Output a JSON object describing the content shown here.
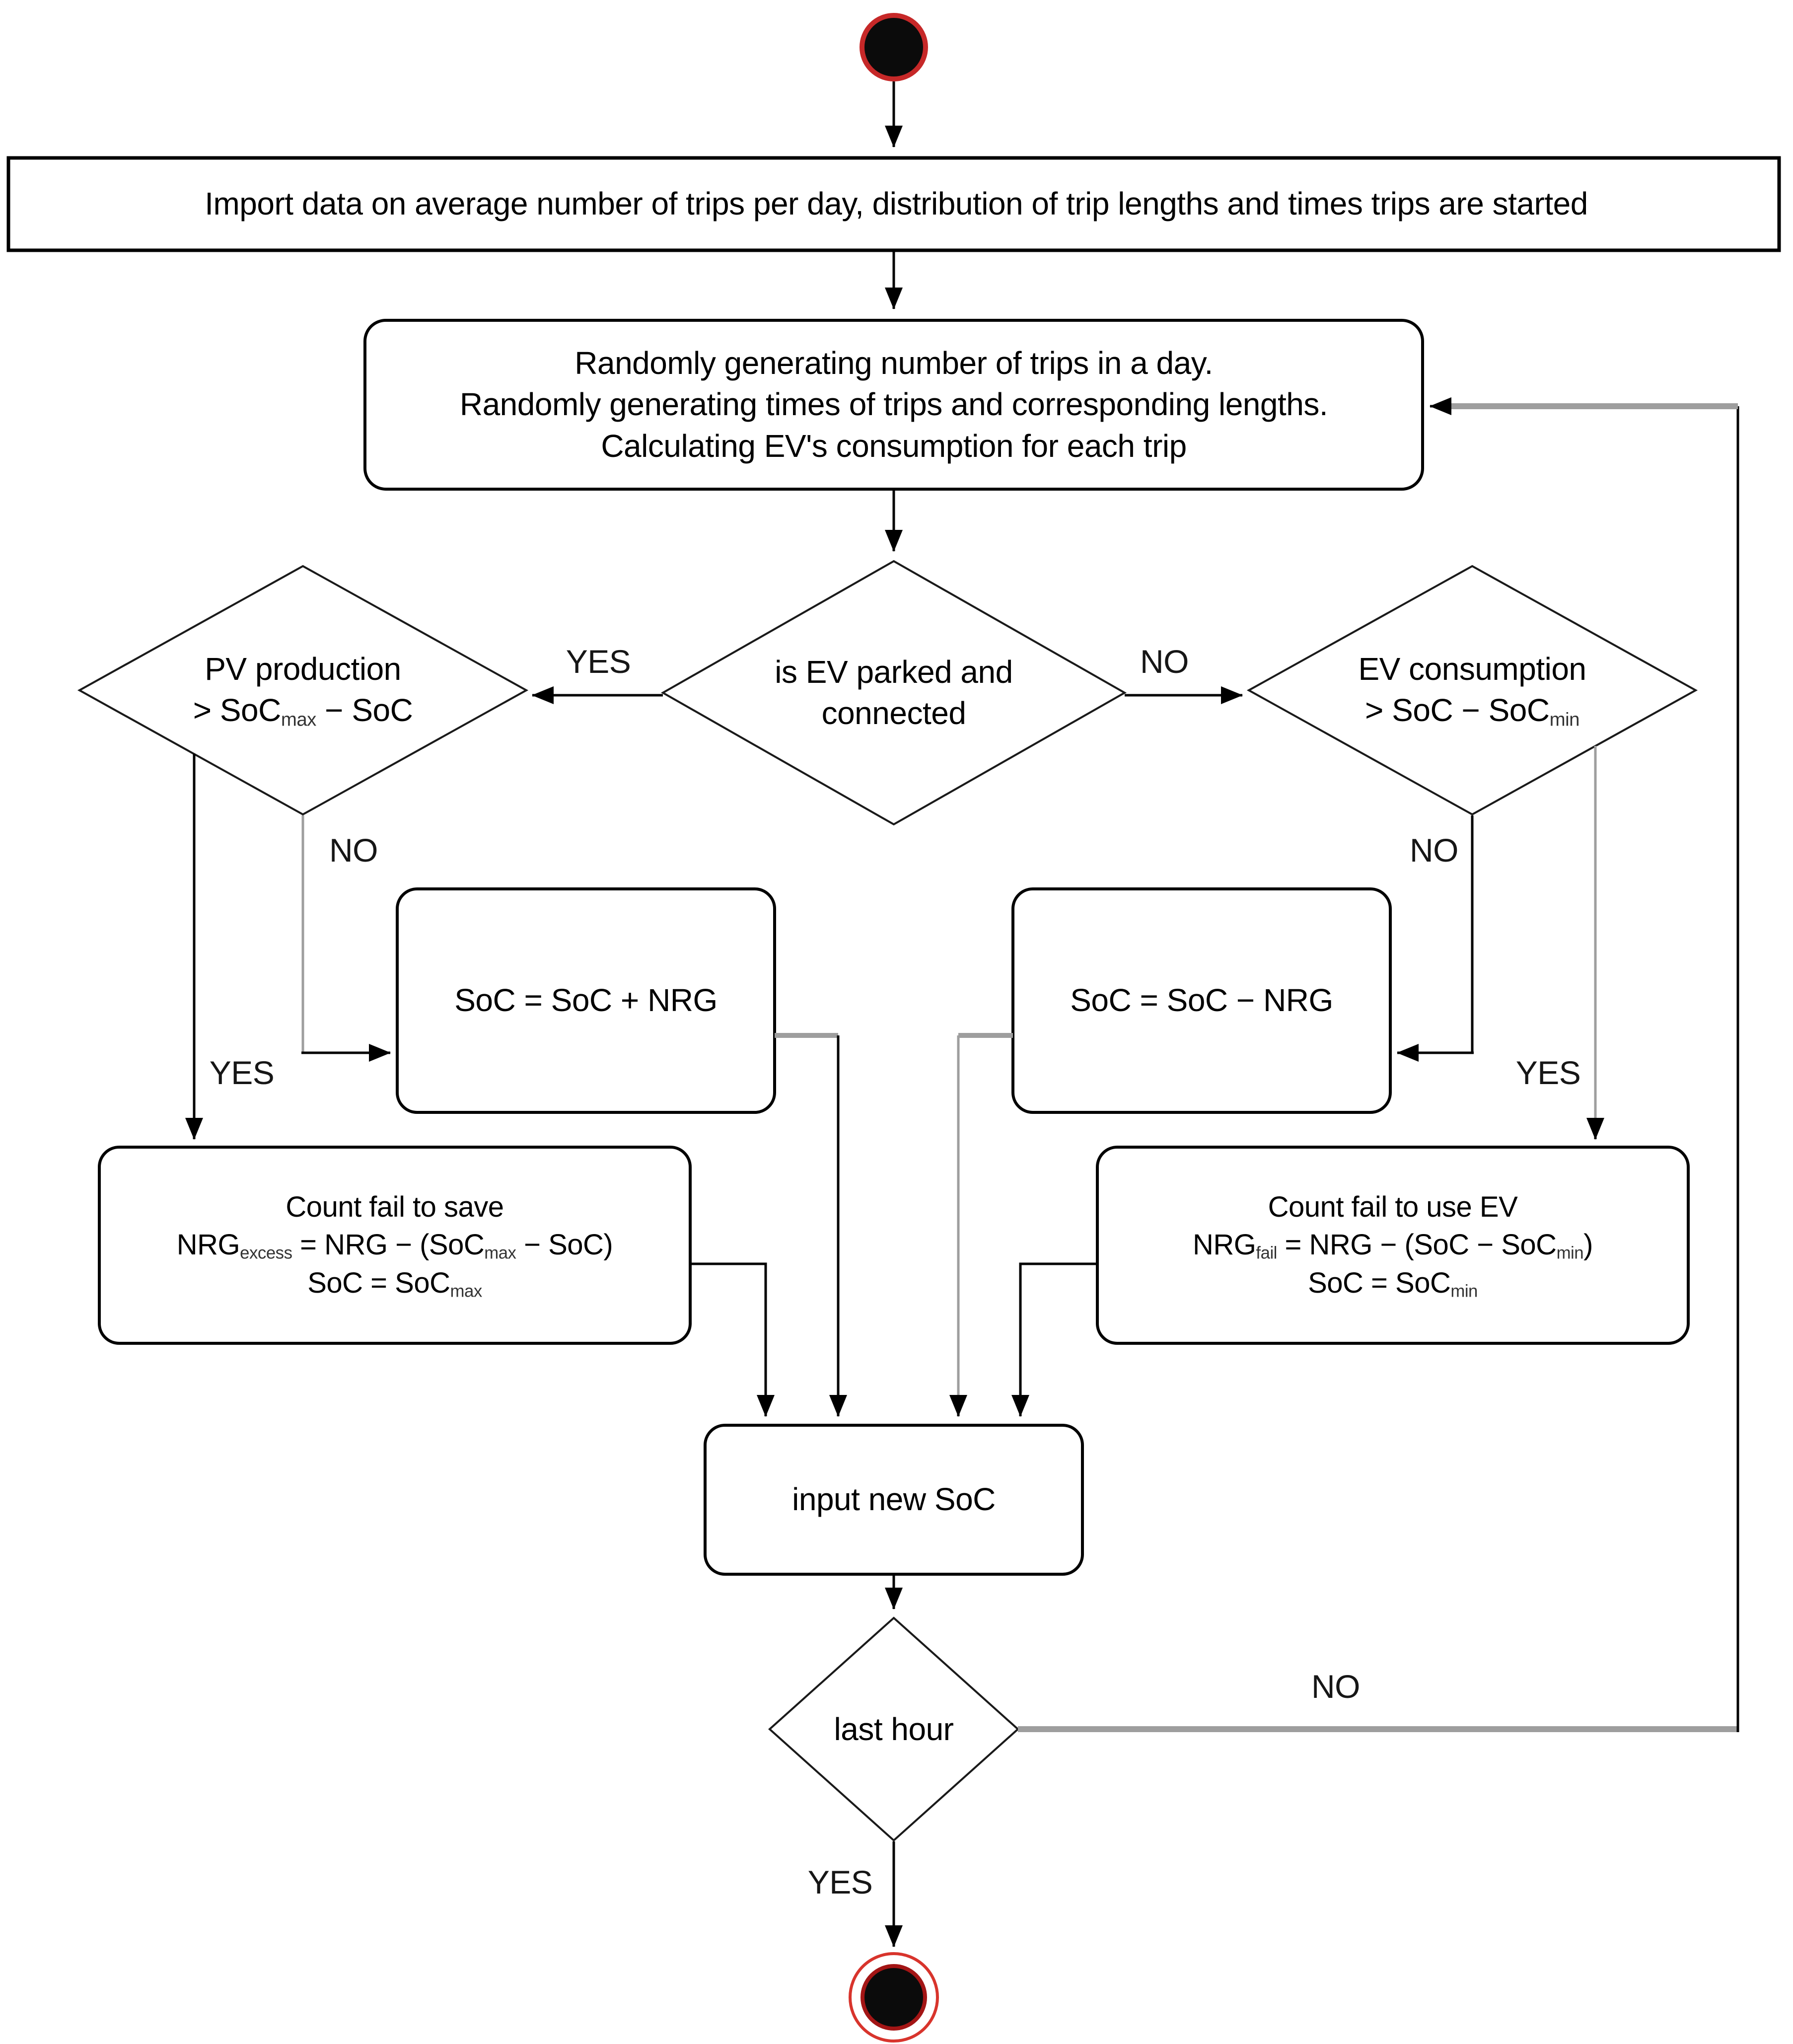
{
  "colors": {
    "line_black": "#000000",
    "line_gray": "#9e9e9e",
    "node_fill": "#ffffff",
    "start_ring_red": "#c62828",
    "end_ring_red": "#d8342c"
  },
  "nodes": {
    "import": {
      "lines": [
        [
          {
            "t": "Import data on average number of trips per day, distribution of trip lengths and times trips are started"
          }
        ]
      ]
    },
    "generate": {
      "lines": [
        [
          {
            "t": "Randomly generating number of trips in a day."
          }
        ],
        [
          {
            "t": "Randomly generating times of trips and corresponding lengths."
          }
        ],
        [
          {
            "t": "Calculating EV's consumption for each trip"
          }
        ]
      ]
    },
    "ev_parked": {
      "lines": [
        [
          {
            "t": "is EV parked and"
          }
        ],
        [
          {
            "t": "connected"
          }
        ]
      ]
    },
    "pv_production": {
      "lines": [
        [
          {
            "t": "PV production"
          }
        ],
        [
          {
            "t": "> SoC"
          },
          {
            "t": "max",
            "sub": true
          },
          {
            "t": " − SoC"
          }
        ]
      ]
    },
    "ev_consumption": {
      "lines": [
        [
          {
            "t": "EV consumption"
          }
        ],
        [
          {
            "t": "> SoC − SoC"
          },
          {
            "t": "min",
            "sub": true
          }
        ]
      ]
    },
    "soc_plus": {
      "lines": [
        [
          {
            "t": "SoC = SoC + NRG"
          }
        ]
      ]
    },
    "soc_minus": {
      "lines": [
        [
          {
            "t": "SoC = SoC − NRG"
          }
        ]
      ]
    },
    "fail_save": {
      "lines": [
        [
          {
            "t": "Count fail to save"
          }
        ],
        [
          {
            "t": "NRG"
          },
          {
            "t": "excess",
            "sub": true
          },
          {
            "t": " = NRG − (SoC"
          },
          {
            "t": "max",
            "sub": true
          },
          {
            "t": " − SoC)"
          }
        ],
        [
          {
            "t": "SoC = SoC"
          },
          {
            "t": "max",
            "sub": true
          }
        ]
      ]
    },
    "fail_use": {
      "lines": [
        [
          {
            "t": "Count fail to use EV"
          }
        ],
        [
          {
            "t": "NRG"
          },
          {
            "t": "fail",
            "sub": true
          },
          {
            "t": " = NRG − (SoC − SoC"
          },
          {
            "t": "min",
            "sub": true
          },
          {
            "t": ")"
          }
        ],
        [
          {
            "t": "SoC = SoC"
          },
          {
            "t": "min",
            "sub": true
          }
        ]
      ]
    },
    "input_soc": {
      "lines": [
        [
          {
            "t": "input new SoC"
          }
        ]
      ]
    },
    "last_hour": {
      "lines": [
        [
          {
            "t": "last hour"
          }
        ]
      ]
    }
  },
  "edge_labels": {
    "parked_yes": "YES",
    "parked_no": "NO",
    "pv_no": "NO",
    "pv_yes": "YES",
    "cons_no": "NO",
    "cons_yes": "YES",
    "last_no": "NO",
    "last_yes": "YES"
  }
}
